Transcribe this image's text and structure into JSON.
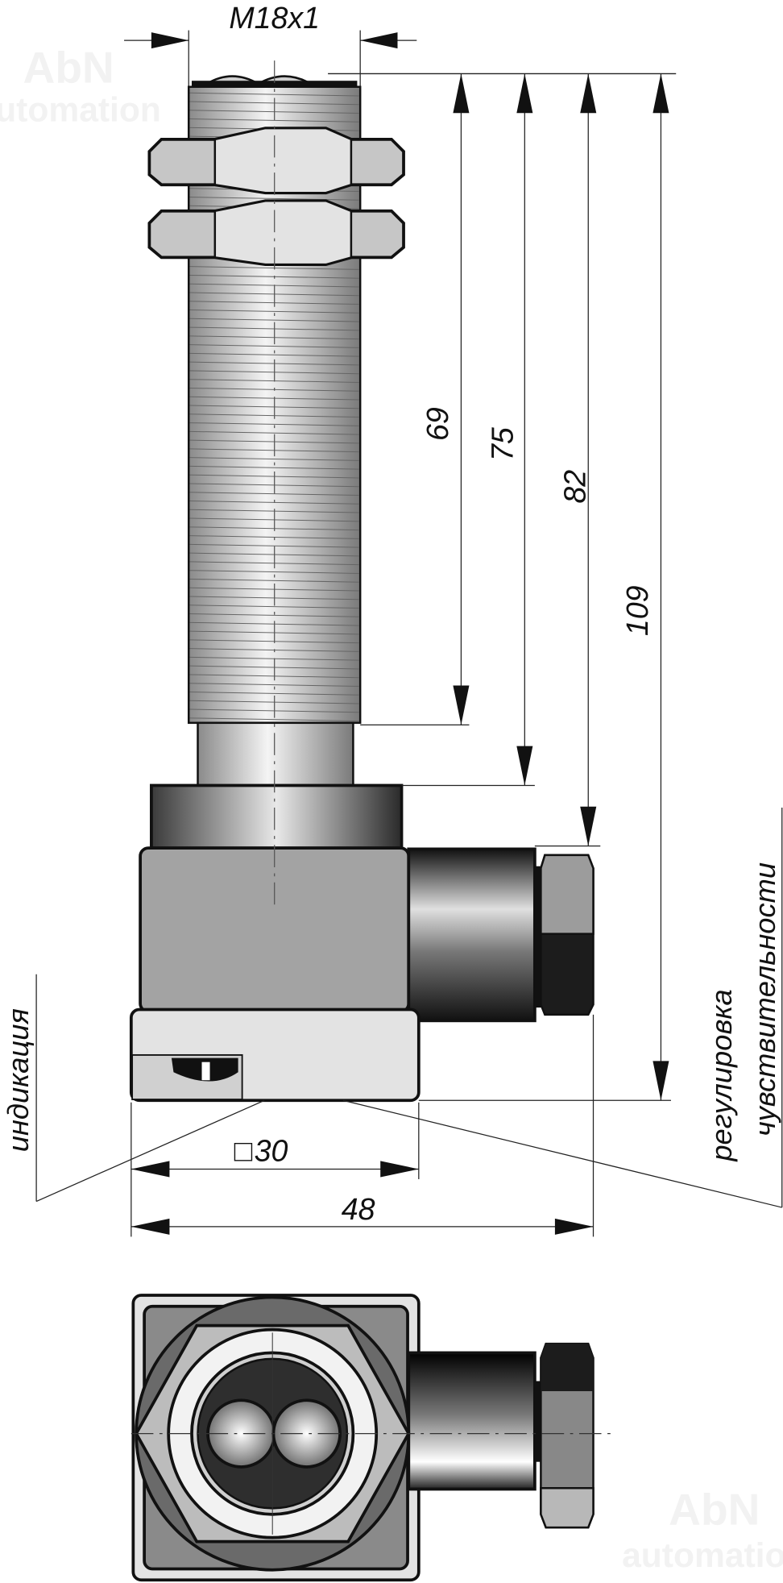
{
  "drawing": {
    "thread_label": "M18x1",
    "dimensions": {
      "d69": "69",
      "d75": "75",
      "d82": "82",
      "d109": "109",
      "square_symbol": "□",
      "d30": "30",
      "d48": "48"
    },
    "callouts": {
      "indication": "индикация",
      "adjust_line1": "регулировка",
      "adjust_line2": "чувствительности"
    },
    "watermark": {
      "line1": "AbN",
      "line2": "automation"
    },
    "colors": {
      "body": "#bdbdbd",
      "housing": "#a3a3a3",
      "dark": "#2e2e2e",
      "cap": "#e4e4e4",
      "line": "#111111"
    }
  }
}
